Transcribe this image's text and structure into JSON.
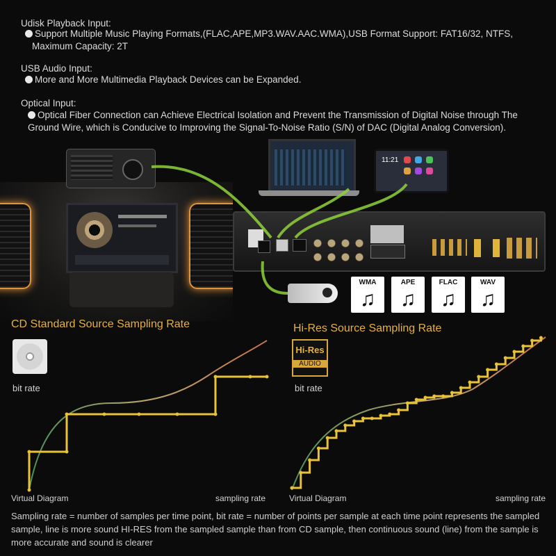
{
  "sections": {
    "udisk": {
      "heading": "Udisk Playback Input:",
      "line1": "Support Multiple Music Playing Formats,(FLAC,APE,MP3.WAV.AAC.WMA),USB Format Support: FAT16/32, NTFS,",
      "line2": "Maximum Capacity: 2T"
    },
    "usb_audio": {
      "heading": "USB Audio Input:",
      "line1": "More and More Multimedia Playback Devices can be Expanded."
    },
    "optical": {
      "heading": "Optical Input:",
      "line1": "Optical Fiber Connection can Achieve Electrical Isolation and Prevent the Transmission of Digital Noise through The",
      "line2": "Ground Wire, which is Conducive to Improving the Signal-To-Noise Ratio (S/N) of DAC (Digital Analog Conversion)."
    }
  },
  "formats": [
    "WMA",
    "APE",
    "FLAC",
    "WAV"
  ],
  "icons": {
    "note": "music-note-icon",
    "cd": "cd-disc-icon",
    "hires": "hi-res-audio-icon"
  },
  "hires_logo": {
    "line1": "Hi-Res",
    "line2": "AUDIO"
  },
  "colors": {
    "accent": "#e8b23a",
    "connector": "#8fd13a",
    "step": "#e8c23a",
    "curve_start": "#4e8f5a",
    "curve_end": "#c9754a"
  },
  "charts": {
    "cd": {
      "title": "CD Standard Source Sampling Rate",
      "ylabel": "bit rate",
      "xlabel": "sampling rate",
      "caption": "Virtual Diagram"
    },
    "hires": {
      "title": "Hi-Res Source Sampling Rate",
      "ylabel": "bit rate",
      "xlabel": "sampling rate",
      "caption": "Virtual Diagram"
    }
  },
  "footer": {
    "line1": "Sampling rate = number of samples per time point, bit rate = number of points per sample at each time point represents the sampled",
    "line2": "sample, line is more sound HI-RES from the sampled sample than from CD sample, then continuous sound (line) from the sample is",
    "line3": "more accurate and sound is clearer"
  }
}
